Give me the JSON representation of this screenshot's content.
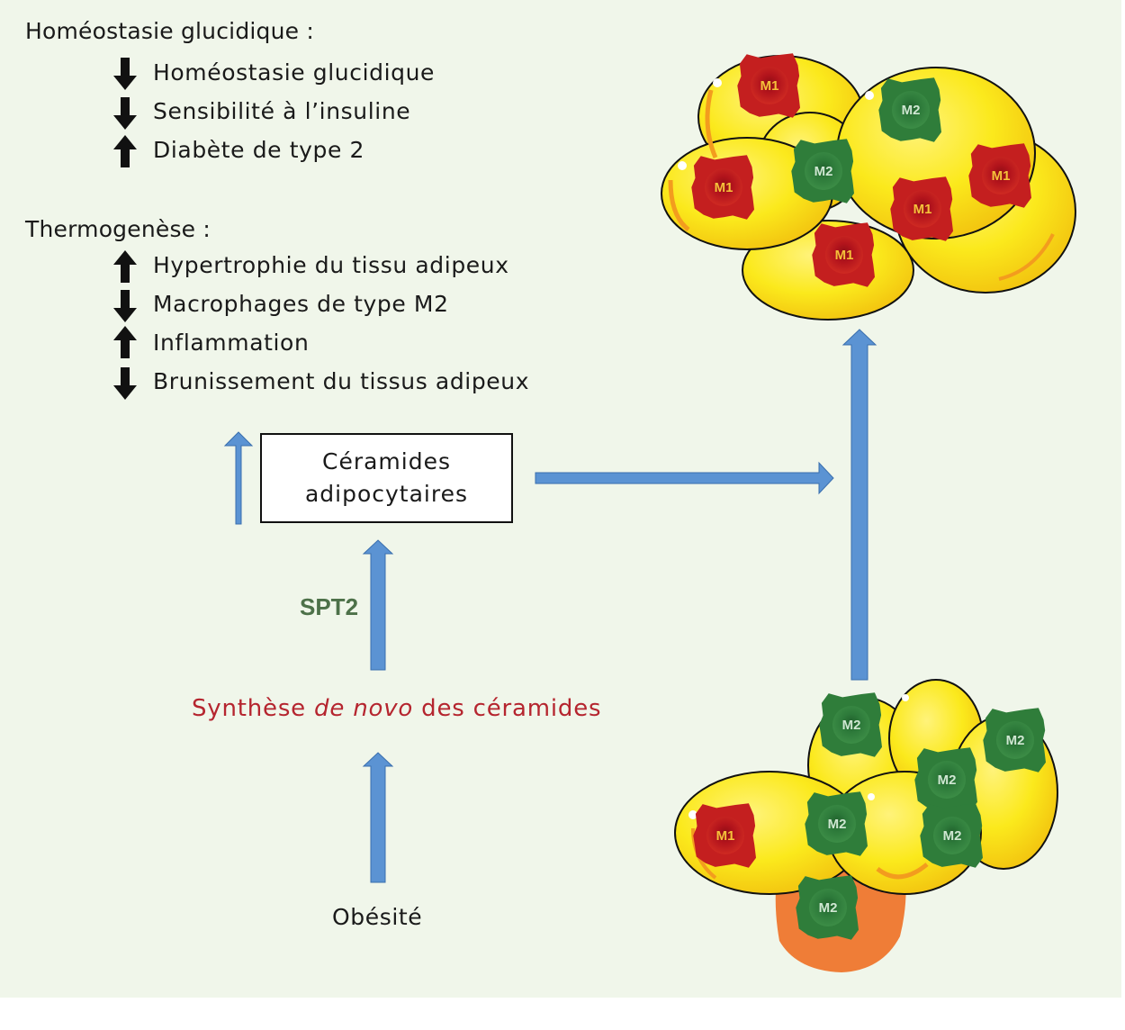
{
  "colors": {
    "background": "#f0f6ea",
    "arrow_blue": "#5b93d3",
    "arrow_blue_stroke": "#3a6fae",
    "synthese_red": "#b5252f",
    "spt2_green": "#4d7149",
    "adipocyte_yellow": "#fbe91c",
    "adipocyte_orange": "#f39c1e",
    "m1_red": "#b3141c",
    "m2_green": "#2d7a3a",
    "brown_tissue_orange": "#ef7d37",
    "indicator_black": "#111111"
  },
  "glucose_section": {
    "heading": "Homéostasie glucidique :",
    "items": [
      {
        "direction": "down",
        "icon": "arrow-down-icon",
        "label": "Homéostasie glucidique"
      },
      {
        "direction": "down",
        "icon": "arrow-down-icon",
        "label": "Sensibilité à l’insuline"
      },
      {
        "direction": "up",
        "icon": "arrow-up-icon",
        "label": "Diabète de type 2"
      }
    ]
  },
  "thermogenesis_section": {
    "heading": "Thermogenèse :",
    "items": [
      {
        "direction": "up",
        "icon": "arrow-up-icon",
        "label": "Hypertrophie du tissu adipeux"
      },
      {
        "direction": "down",
        "icon": "arrow-down-icon",
        "label": "Macrophages de type M2"
      },
      {
        "direction": "up",
        "icon": "arrow-up-icon",
        "label": "Inflammation"
      },
      {
        "direction": "down",
        "icon": "arrow-down-icon",
        "label": "Brunissement du tissus adipeux"
      }
    ]
  },
  "flow": {
    "ceramides_box": {
      "line1": "Céramides",
      "line2": "adipocytaires"
    },
    "enzyme_label": "SPT2",
    "synthesis_label": {
      "before": "Synthèse ",
      "italic": "de novo",
      "after": " des céramides"
    },
    "origin_label": "Obésité"
  },
  "illustrations": {
    "top_cluster": {
      "description": "hypertrophic adipose tissue",
      "macrophages": [
        "M1",
        "M2",
        "M2",
        "M1",
        "M1",
        "M1",
        "M1"
      ]
    },
    "bottom_cluster": {
      "description": "normal adipose tissue with brown adipose tissue",
      "macrophages": [
        "M2",
        "M2",
        "M2",
        "M1",
        "M2",
        "M2",
        "M2"
      ]
    }
  }
}
